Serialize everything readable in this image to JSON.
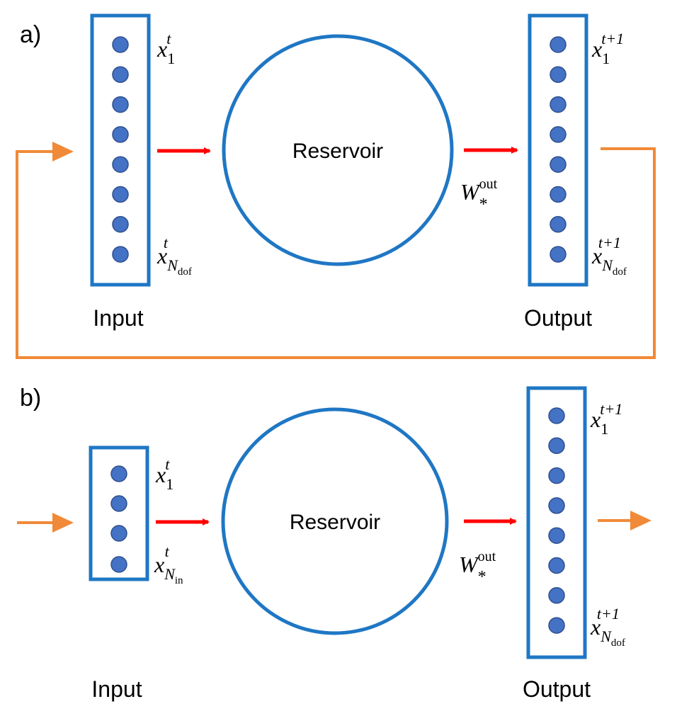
{
  "colors": {
    "box": "#1f77c4",
    "node_fill": "#4472c4",
    "node_stroke": "#2f4f8f",
    "flow_arrow": "#ff0000",
    "feedback": "#f08a38"
  },
  "panel_a": {
    "label": "a)",
    "reservoir": "Reservoir",
    "input_caption": "Input",
    "output_caption": "Output",
    "input_top": {
      "var": "x",
      "sub": "1",
      "sup": "t"
    },
    "input_bottom": {
      "var": "x",
      "sub": "N",
      "subsub": "dof",
      "sup": "t"
    },
    "output_top": {
      "var": "x",
      "sub": "1",
      "sup": "t+1"
    },
    "output_bottom": {
      "var": "x",
      "sub": "N",
      "subsub": "dof",
      "sup": "t+1"
    },
    "weight": {
      "var": "W",
      "sub": "*",
      "sup": "out"
    }
  },
  "panel_b": {
    "label": "b)",
    "reservoir": "Reservoir",
    "input_caption": "Input",
    "output_caption": "Output",
    "input_top": {
      "var": "x",
      "sub": "1",
      "sup": "t"
    },
    "input_bottom": {
      "var": "x",
      "sub": "N",
      "subsub": "in",
      "sup": "t"
    },
    "output_top": {
      "var": "x",
      "sub": "1",
      "sup": "t+1"
    },
    "output_bottom": {
      "var": "x",
      "sub": "N",
      "subsub": "dof",
      "sup": "t+1"
    },
    "weight": {
      "var": "W",
      "sub": "*",
      "sup": "out"
    }
  }
}
